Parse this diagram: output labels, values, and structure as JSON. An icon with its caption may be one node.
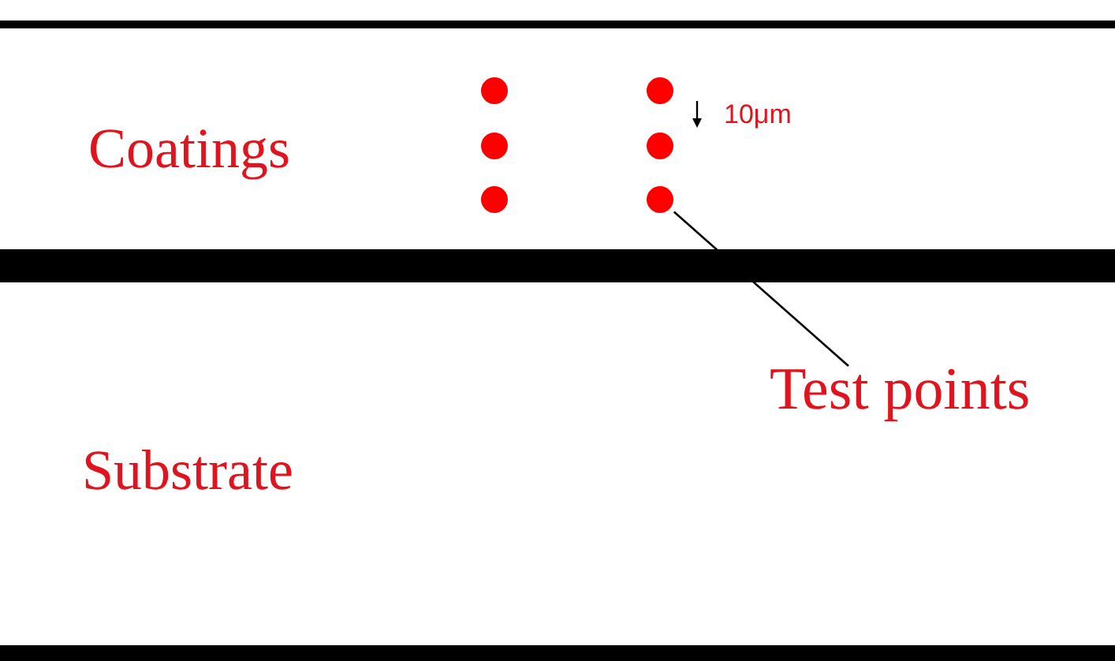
{
  "diagram": {
    "nodes": [
      {
        "text": [],
        "shape": "circle"
      },
      {
        "text": [],
        "shape": "circle"
      },
      {
        "text": [],
        "shape": "circle"
      },
      {
        "text": [],
        "shape": "circle"
      },
      {
        "text": [],
        "shape": "circle"
      },
      {
        "text": [],
        "shape": "circle"
      },
      {
        "text": [
          "Test points"
        ]
      }
    ],
    "edges": [
      {
        "from": 6,
        "to": 5,
        "arrow": "none"
      }
    ],
    "labels": [
      "Coatings",
      "10μm",
      "Substrate"
    ]
  }
}
